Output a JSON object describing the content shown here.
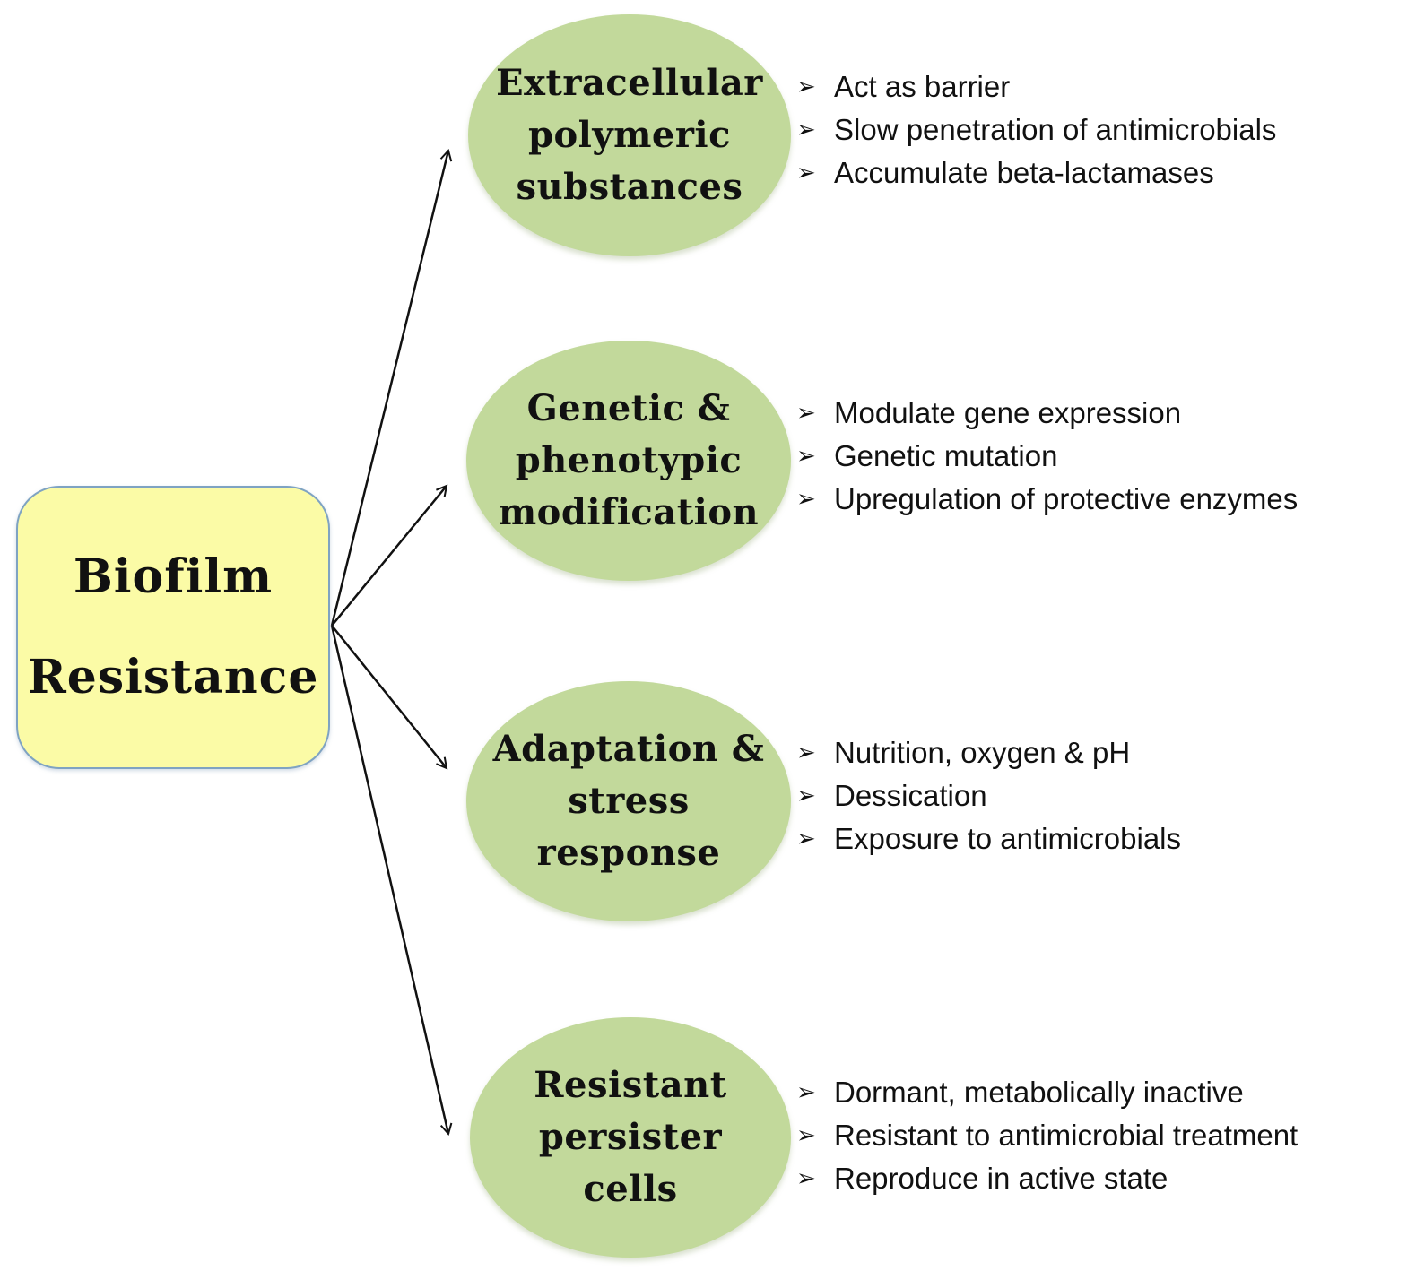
{
  "root": {
    "lines": [
      "Biofilm",
      "Resistance"
    ],
    "fill": "#fbfba6",
    "border": "#7fa3c2"
  },
  "colors": {
    "node_fill": "#c2d99b",
    "arrow": "#111111"
  },
  "branches": [
    {
      "lines": [
        "Extracellular",
        "polymeric",
        "substances"
      ],
      "points": [
        "Act as barrier",
        "Slow penetration of antimicrobials",
        "Accumulate beta-lactamases"
      ]
    },
    {
      "lines": [
        "Genetic &",
        "phenotypic",
        "modification"
      ],
      "points": [
        "Modulate gene expression",
        "Genetic mutation",
        "Upregulation of protective enzymes"
      ]
    },
    {
      "lines": [
        "Adaptation &",
        "stress",
        "response"
      ],
      "points": [
        "Nutrition, oxygen & pH",
        "Dessication",
        "Exposure to antimicrobials"
      ]
    },
    {
      "lines": [
        "Resistant",
        "persister",
        "cells"
      ],
      "points": [
        "Dormant, metabolically inactive",
        "Resistant to antimicrobial treatment",
        "Reproduce in active state"
      ]
    }
  ],
  "bullet_icon": "arrowhead-bullet-icon"
}
